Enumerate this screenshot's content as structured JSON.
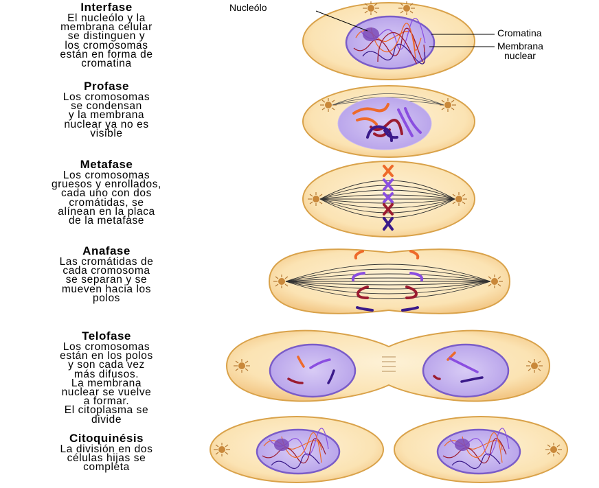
{
  "phases": [
    {
      "title": "Interfase",
      "description": "El nucleólo y la\nmembrana celular\nse distinguen y\nlos cromosomas\nestán en forma de\ncromatina"
    },
    {
      "title": "Profase",
      "description": "Los cromosomas\nse condensan\ny la membrana\nnuclear ya no es\nvisible"
    },
    {
      "title": "Metafase",
      "description": "Los cromosomas\ngruesos y enrollados,\ncada uno con dos\ncromátidas, se\nalínean en la placa\nde la metafase"
    },
    {
      "title": "Anafase",
      "description": "Las cromátidas de\ncada cromosoma\nse separan y se\nmueven hacia los\npolos"
    },
    {
      "title": "Telofase",
      "description": "Los cromosomas\nestán en los polos\ny son cada vez\nmás difusos.\nLa membrana\nnuclear se vuelve\na formar.\nEl citoplasma se\ndivide"
    },
    {
      "title": "Citoquinésis",
      "description": "La división en dos\ncélulas hijas se\ncompleta"
    }
  ],
  "labels": {
    "nucleolus": "Nucleólo",
    "chromatin": "Cromatina",
    "membrane_line1": "Membrana",
    "membrane_line2": "nuclear"
  },
  "colors": {
    "cytoplasm": "#fbe3b3",
    "cell_outline": "#d9a24a",
    "nucleus": "#c9b8f0",
    "nuclear_membrane": "#7a5cc8",
    "chromosome_orange": "#ee6a2a",
    "chromosome_violet": "#8a4ee0",
    "chromosome_maroon": "#9b1b30",
    "chromosome_navy": "#3a1a8a"
  }
}
